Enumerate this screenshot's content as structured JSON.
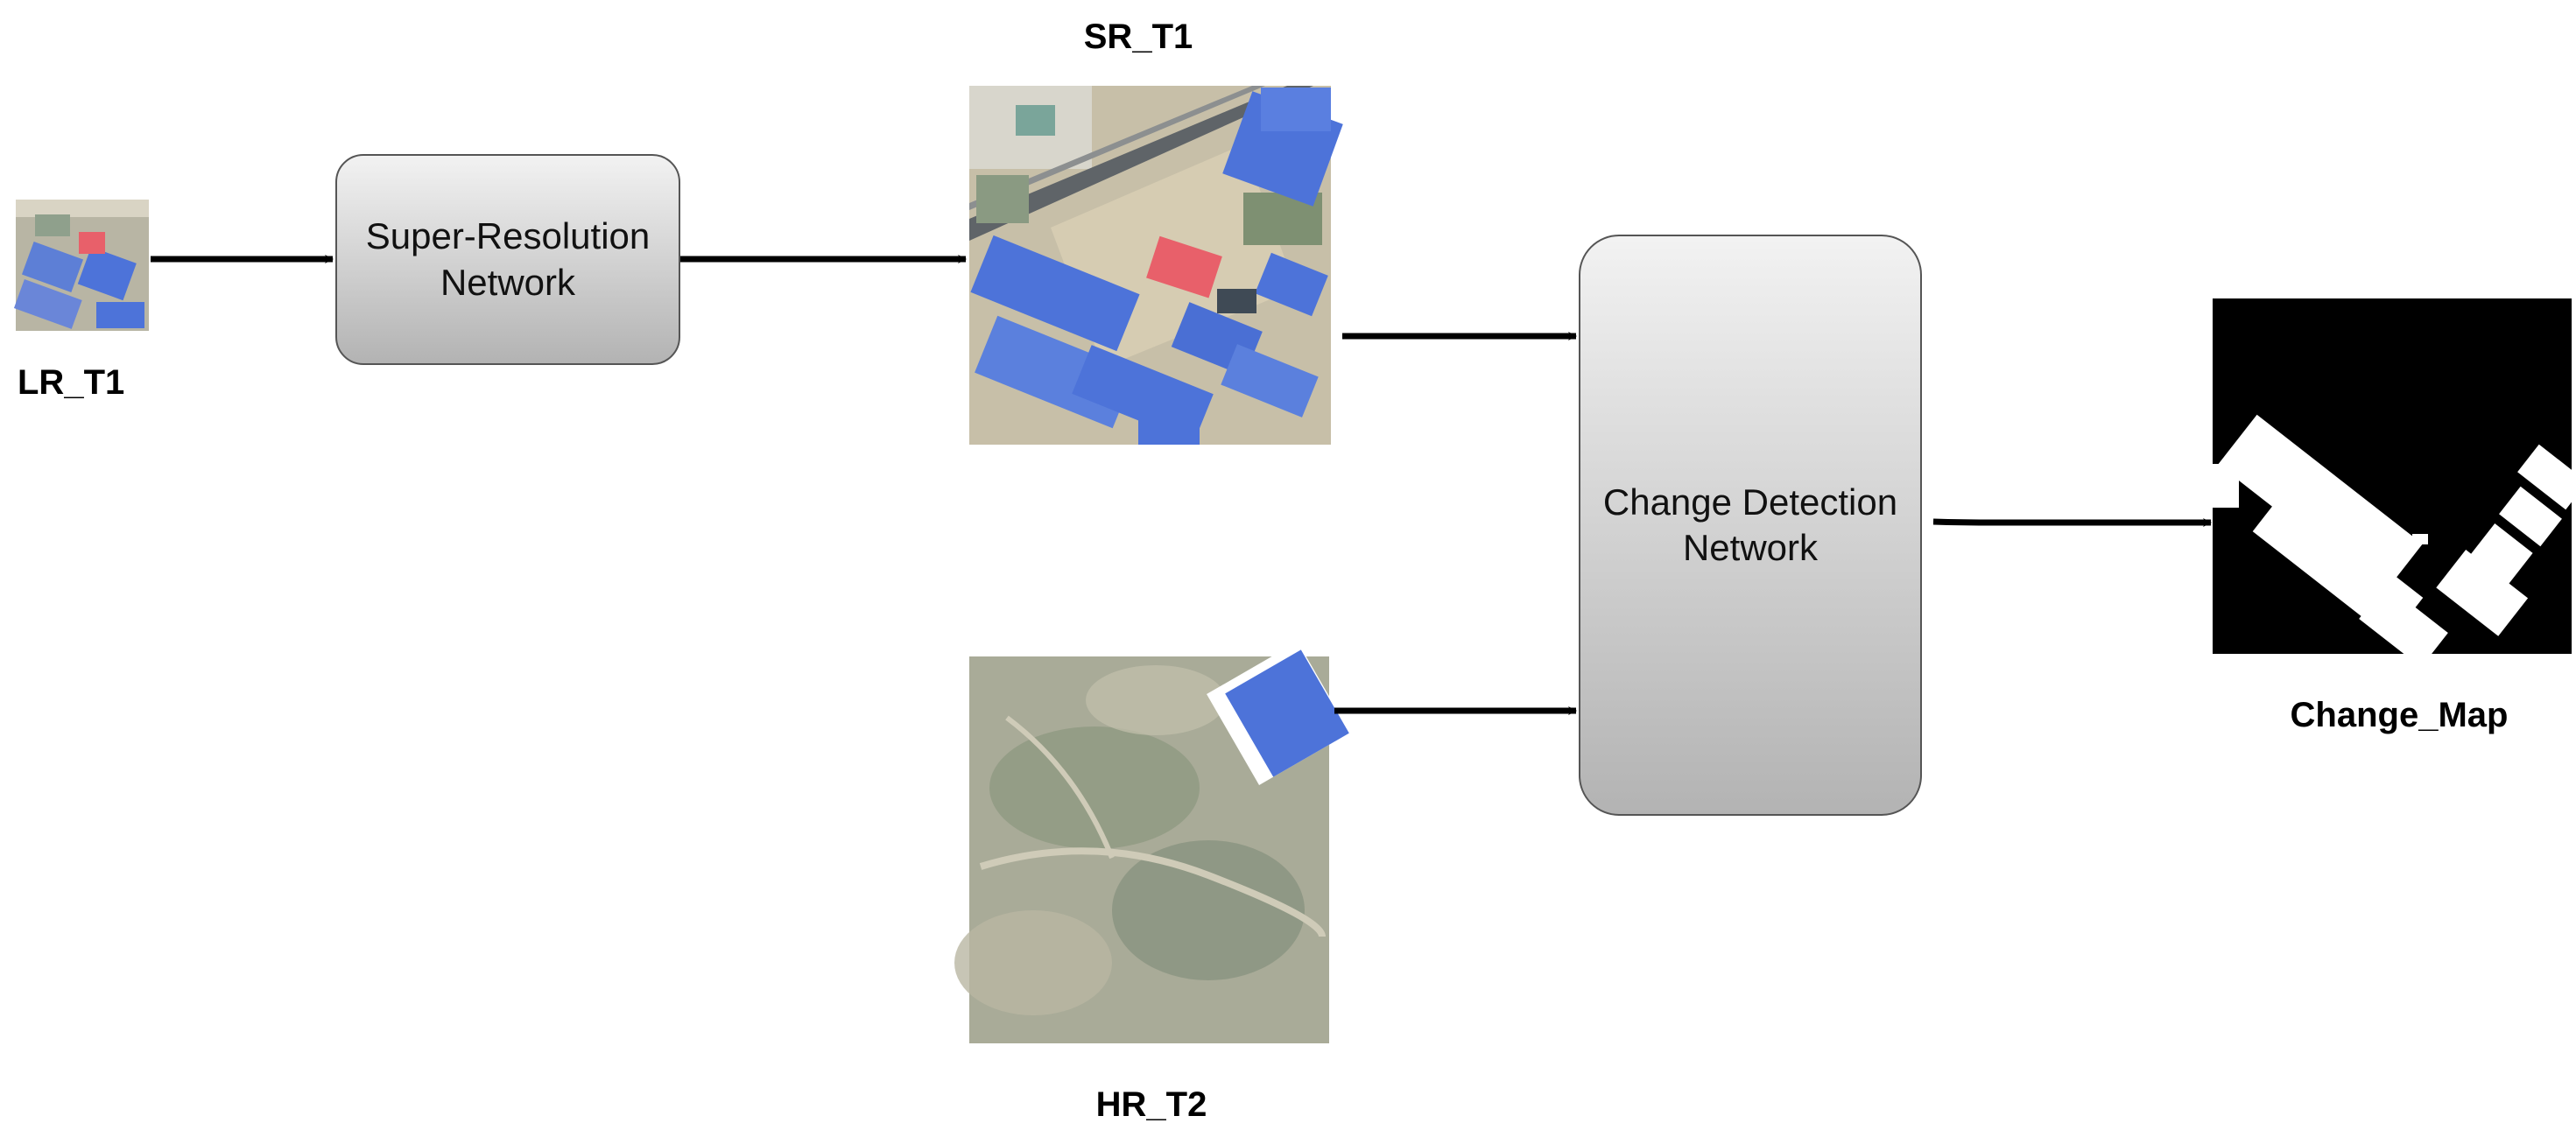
{
  "nodes": {
    "super_resolution": {
      "line1": "Super-Resolution",
      "line2": "Network"
    },
    "change_detection": {
      "line1": "Change Detection",
      "line2": "Network"
    }
  },
  "images": {
    "lr_t1": {
      "label": "LR_T1"
    },
    "sr_t1": {
      "label": "SR_T1"
    },
    "hr_t2": {
      "label": "HR_T2"
    },
    "change_map": {
      "label": "Change_Map"
    }
  },
  "colors": {
    "arrow": "#000000",
    "node_top": "#f2f2f2",
    "node_bottom": "#b3b3b3",
    "roof_blue": "#4d73d9",
    "roof_red": "#e8606a",
    "ground": "#c9c2ad",
    "terrain": "#8f9a8a"
  }
}
